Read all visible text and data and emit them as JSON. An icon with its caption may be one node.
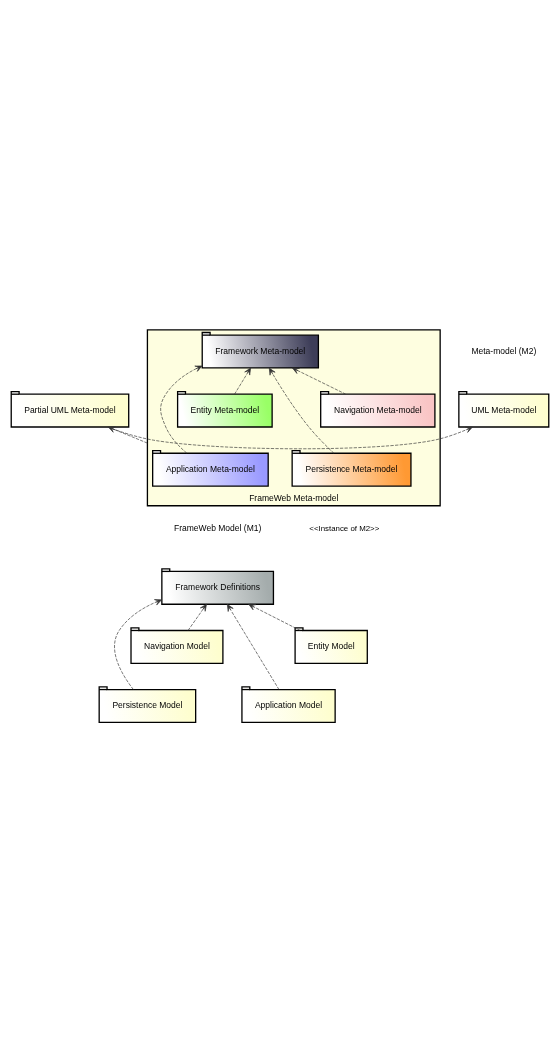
{
  "diagram": {
    "nodes": [
      {
        "text": [
          "UML Meta-model"
        ]
      },
      {
        "text": [
          "Partial UML Meta-model"
        ]
      },
      {
        "text": [
          "FrameWeb Meta-model"
        ]
      },
      {
        "text": [
          "Framework Meta-model"
        ],
        "in": 2
      },
      {
        "text": [
          "Navigation Meta-model"
        ],
        "in": 2
      },
      {
        "text": [
          "Entity Meta-model"
        ],
        "in": 2
      },
      {
        "text": [
          "Persistence Meta-model"
        ],
        "in": 2
      },
      {
        "text": [
          "Application Meta-model"
        ],
        "in": 2
      },
      {
        "text": [
          "Framework Definitions"
        ]
      },
      {
        "text": [
          "Navigation Model"
        ]
      },
      {
        "text": [
          "Entity Model"
        ]
      },
      {
        "text": [
          "Persistence Model"
        ]
      },
      {
        "text": [
          "Application Model"
        ]
      }
    ],
    "edges": [
      {
        "from": 1,
        "to": 0,
        "arrow": "to",
        "style": "dashed"
      },
      {
        "from": 2,
        "to": 1,
        "arrow": "to",
        "style": "dashed"
      },
      {
        "from": 4,
        "to": 3,
        "arrow": "to",
        "style": "dashed"
      },
      {
        "from": 5,
        "to": 3,
        "arrow": "to",
        "style": "dashed"
      },
      {
        "from": 6,
        "to": 3,
        "arrow": "to",
        "style": "dashed"
      },
      {
        "from": 7,
        "to": 3,
        "arrow": "to",
        "style": "dashed"
      },
      {
        "from": 9,
        "to": 8,
        "arrow": "to",
        "style": "dashed"
      },
      {
        "from": 10,
        "to": 8,
        "arrow": "to",
        "style": "dashed"
      },
      {
        "from": 11,
        "to": 8,
        "arrow": "to",
        "style": "dashed"
      },
      {
        "from": 12,
        "to": 8,
        "arrow": "to",
        "style": "dashed"
      }
    ],
    "labels": [
      "Meta-model (M2)",
      "FrameWeb Model (M1)",
      "<<Instance of M2>>"
    ]
  }
}
